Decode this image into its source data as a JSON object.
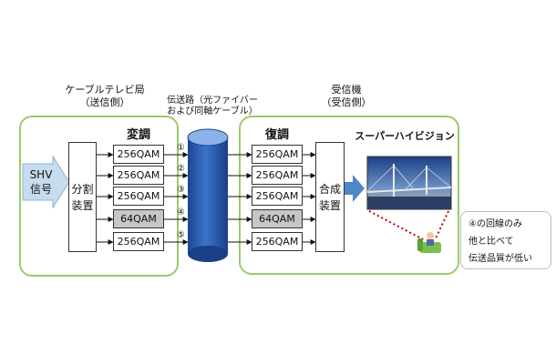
{
  "headings": {
    "station": "ケーブルテレビ局",
    "station_sub": "（送信側）",
    "path": "伝送路（光ファイバー",
    "path_sub": "および同軸ケーブル）",
    "receiver": "受信機",
    "receiver_sub": "（受信側）",
    "display": "スーパーハイビジョン"
  },
  "input": {
    "line1": "SHV",
    "line2": "信号"
  },
  "splitter": {
    "line1": "分割",
    "line2": "装置"
  },
  "modulation": {
    "title": "変調"
  },
  "demodulation": {
    "title": "復調"
  },
  "combiner": {
    "line1": "合成",
    "line2": "装置"
  },
  "channels": [
    {
      "number": "①",
      "modulation": "256QAM"
    },
    {
      "number": "②",
      "modulation": "256QAM"
    },
    {
      "number": "③",
      "modulation": "256QAM"
    },
    {
      "number": "④",
      "modulation": "64QAM"
    },
    {
      "number": "⑤",
      "modulation": "256QAM"
    }
  ],
  "note": {
    "line1": "④の回線のみ",
    "line2": "他と比べて",
    "line3": "伝送品質が低い"
  },
  "colors": {
    "panel_border": "#9bcb6a",
    "input_arrow": "#c7dcef",
    "combiner_arrow": "#4f86c6",
    "cylinder": "#2d5fb0",
    "low_quality_fill": "#c6c6c6",
    "dotted_line": "#c00000"
  },
  "icons": {
    "viewer": "person-on-sofa-icon"
  }
}
